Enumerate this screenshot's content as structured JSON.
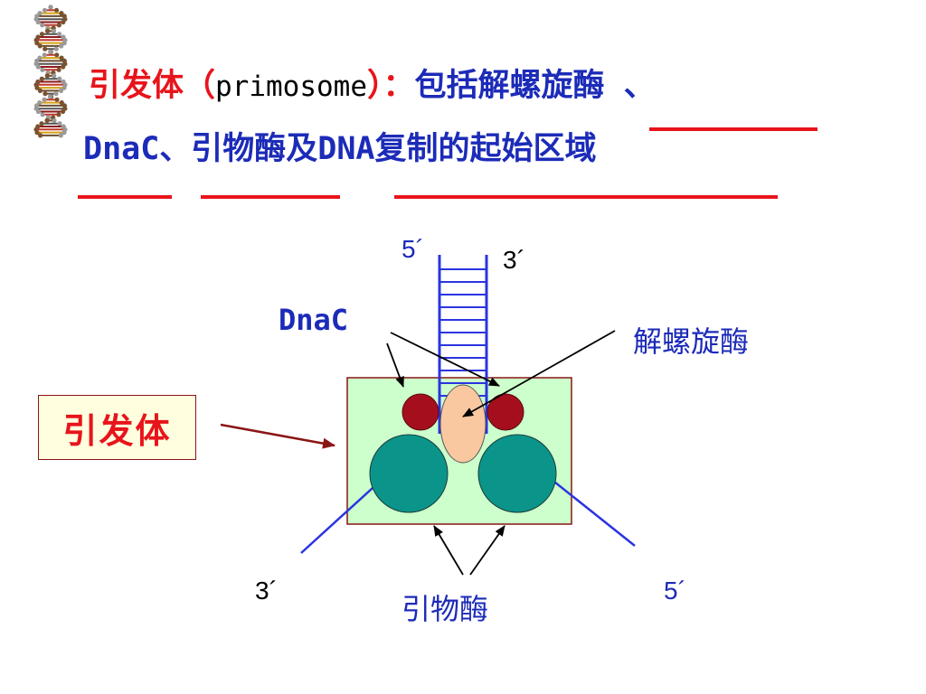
{
  "title": {
    "line1_red": "引发体（",
    "line1_term": "primosome",
    "line1_sep": "）：",
    "line1_blue": "包括解螺旋酶 、",
    "line2": "DnaC、引物酶及DNA复制的起始区域"
  },
  "diagram": {
    "label_dnac": "DnaC",
    "label_helicase": "解螺旋酶",
    "label_primase": "引物酶",
    "label_primosome": "引发体",
    "end_top_left": "5´",
    "end_top_right": "3´",
    "end_bottom_left": "3´",
    "end_bottom_right": "5´"
  },
  "colors": {
    "title_red": "#e8141b",
    "title_blue": "#1c2bb8",
    "strand_blue": "#2a34e0",
    "complex_bg": "#ccffcc",
    "dnac_red": "#a50f1d",
    "primase_teal": "#0b958a",
    "helicase_peach": "#f9c8a0"
  }
}
